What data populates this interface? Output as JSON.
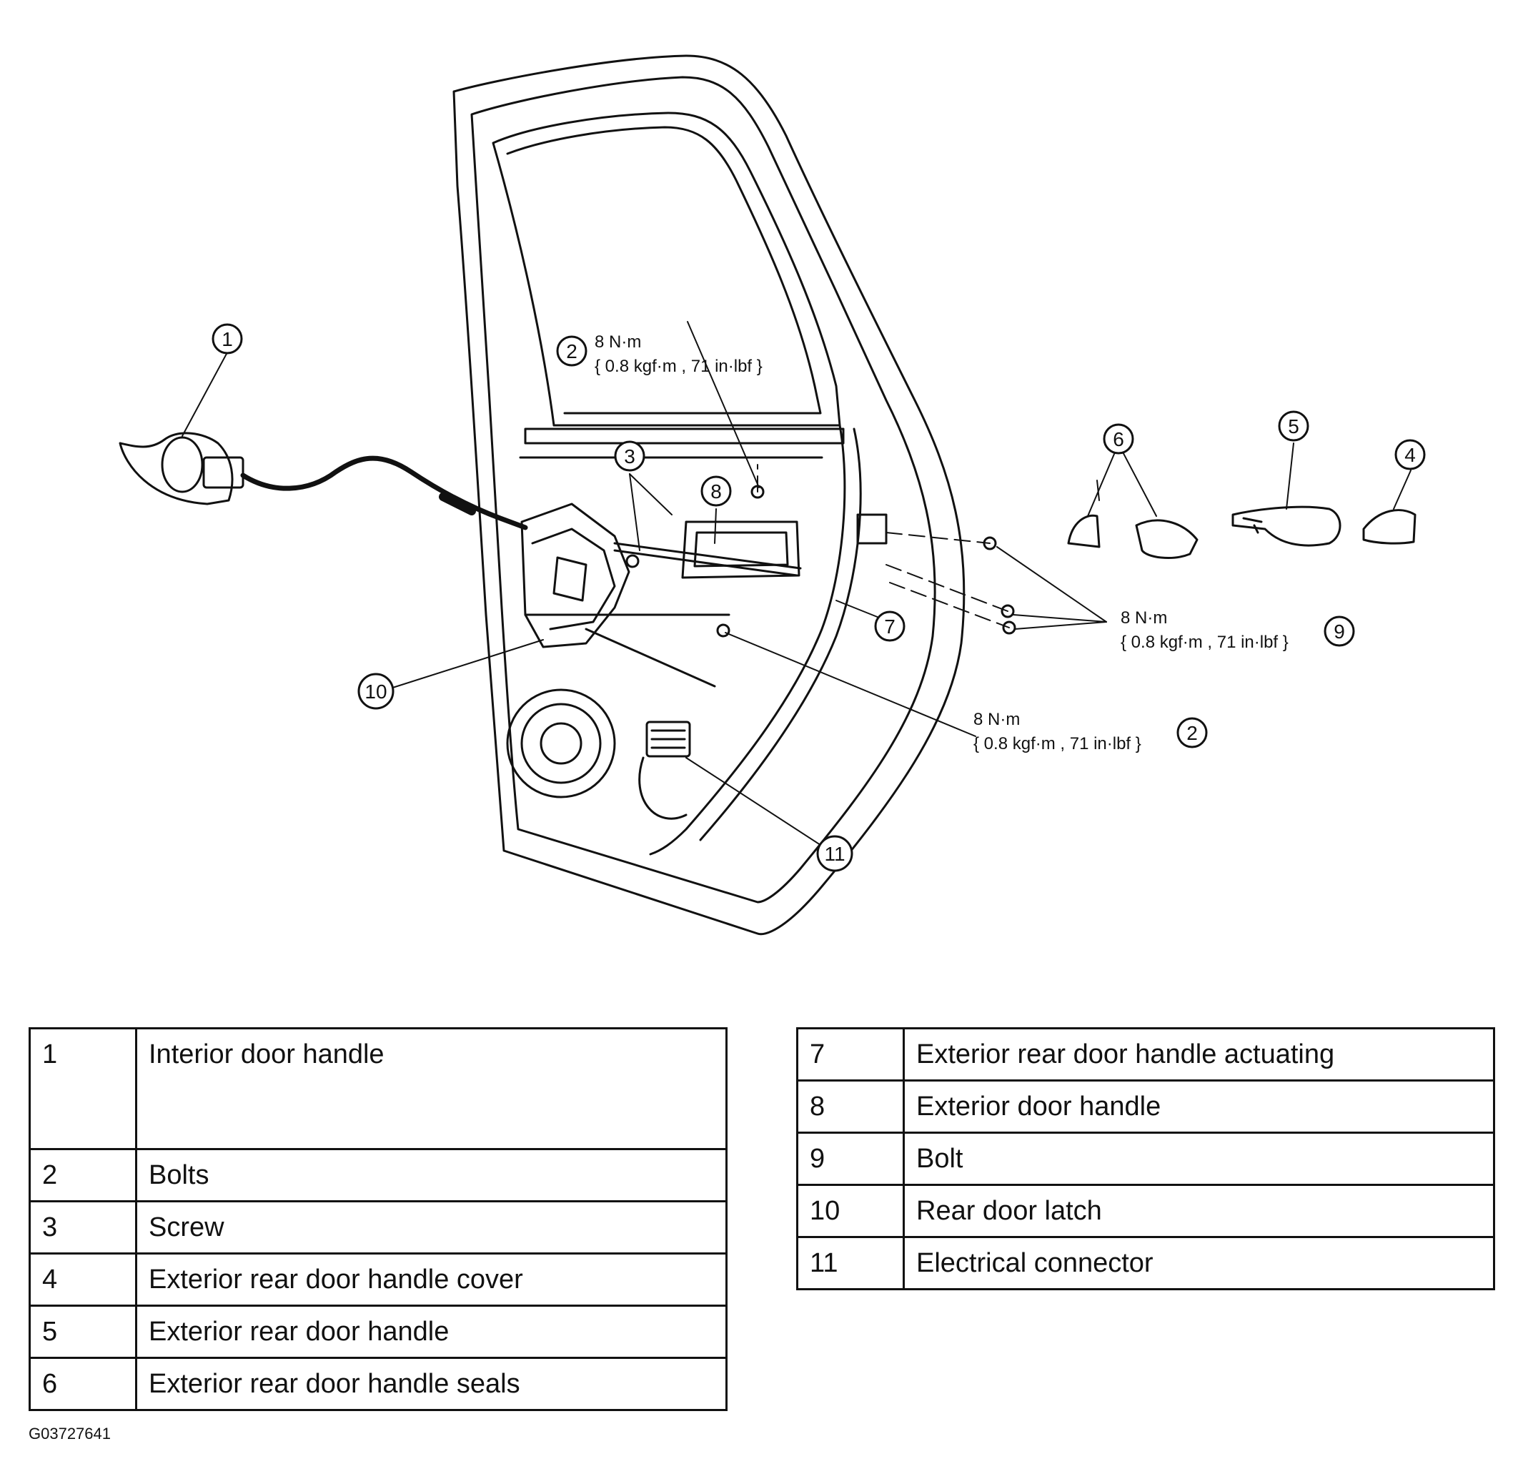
{
  "callouts": {
    "c1": "1",
    "c2a": "2",
    "c2b": "2",
    "c3": "3",
    "c4": "4",
    "c5": "5",
    "c6": "6",
    "c7": "7",
    "c8": "8",
    "c9": "9",
    "c10": "10",
    "c11": "11"
  },
  "torque": {
    "top_line1": "8 N·m",
    "top_line2": "{ 0.8 kgf·m , 71 in·lbf }",
    "mid_line1": "8 N·m",
    "mid_line2": "{ 0.8 kgf·m , 71 in·lbf }",
    "low_line1": "8 N·m",
    "low_line2": "{ 0.8 kgf·m , 71 in·lbf }"
  },
  "legend_left": [
    {
      "num": "1",
      "label": "Interior door handle"
    },
    {
      "num": "2",
      "label": "Bolts"
    },
    {
      "num": "3",
      "label": "Screw"
    },
    {
      "num": "4",
      "label": "Exterior rear door handle cover"
    },
    {
      "num": "5",
      "label": "Exterior rear door handle"
    },
    {
      "num": "6",
      "label": "Exterior rear door handle seals"
    }
  ],
  "legend_right": [
    {
      "num": "7",
      "label": "Exterior rear door handle actuating"
    },
    {
      "num": "8",
      "label": "Exterior door handle"
    },
    {
      "num": "9",
      "label": "Bolt"
    },
    {
      "num": "10",
      "label": "Rear door latch"
    },
    {
      "num": "11",
      "label": "Electrical connector"
    }
  ],
  "figure_id": "G03727641"
}
